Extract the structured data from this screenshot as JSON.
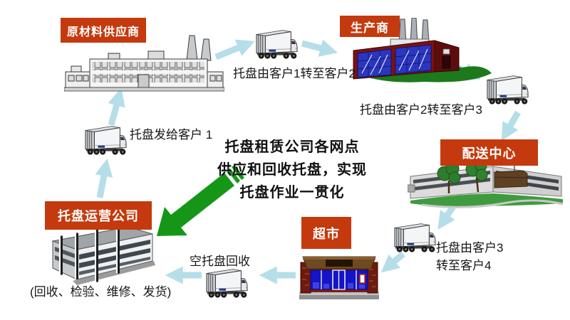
{
  "colors": {
    "node_bg": "#C43A0E",
    "node_text": "#FFFFFF",
    "flow_arrow": "#B5DEE9",
    "big_arrow": "#169616",
    "text": "#111111"
  },
  "nodes": {
    "supplier": {
      "label": "原材料供应商"
    },
    "manufacturer": {
      "label": "生产商"
    },
    "distribution": {
      "label": "配送中心"
    },
    "supermarket": {
      "label": "超市"
    },
    "operator": {
      "label": "托盘运营公司",
      "note": "(回收、检验、维修、发货)"
    }
  },
  "flows": {
    "c1_to_c2": "托盘由客户1转至客户2",
    "c2_to_c3": "托盘由客户2转至客户3",
    "c3_to_c4_line1": "托盘由客户3",
    "c3_to_c4_line2": "转至客户4",
    "empty_return": "空托盘回收",
    "issue_to_c1": "托盘发给客户 1"
  },
  "center_text": {
    "line1": "托盘租赁公司各网点",
    "line2": "供应和回收托盘，实现",
    "line3": "托盘作业一贯化"
  }
}
